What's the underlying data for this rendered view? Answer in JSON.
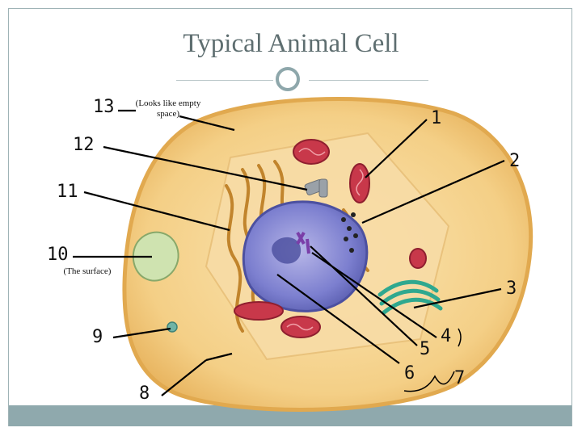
{
  "title": "Typical Animal Cell",
  "labels": {
    "l1": "1",
    "l2": "2",
    "l3": "3",
    "l4": "4",
    "l5": "5",
    "l6": "6",
    "l7": "7",
    "l8": "8",
    "l9": "9",
    "l10": "10",
    "l11": "11",
    "l12": "12",
    "l13": "13"
  },
  "notes": {
    "empty_space": "(Looks like empty space)",
    "surface": "(The surface)"
  },
  "colors": {
    "cytoplasm": "#f6d79a",
    "membrane": "#efc46b",
    "nucleus": "#6f73c2",
    "er": "#c9892f",
    "mitochondria": "#c8384a",
    "golgi": "#2fa88f",
    "frame": "#8fa9ad"
  }
}
